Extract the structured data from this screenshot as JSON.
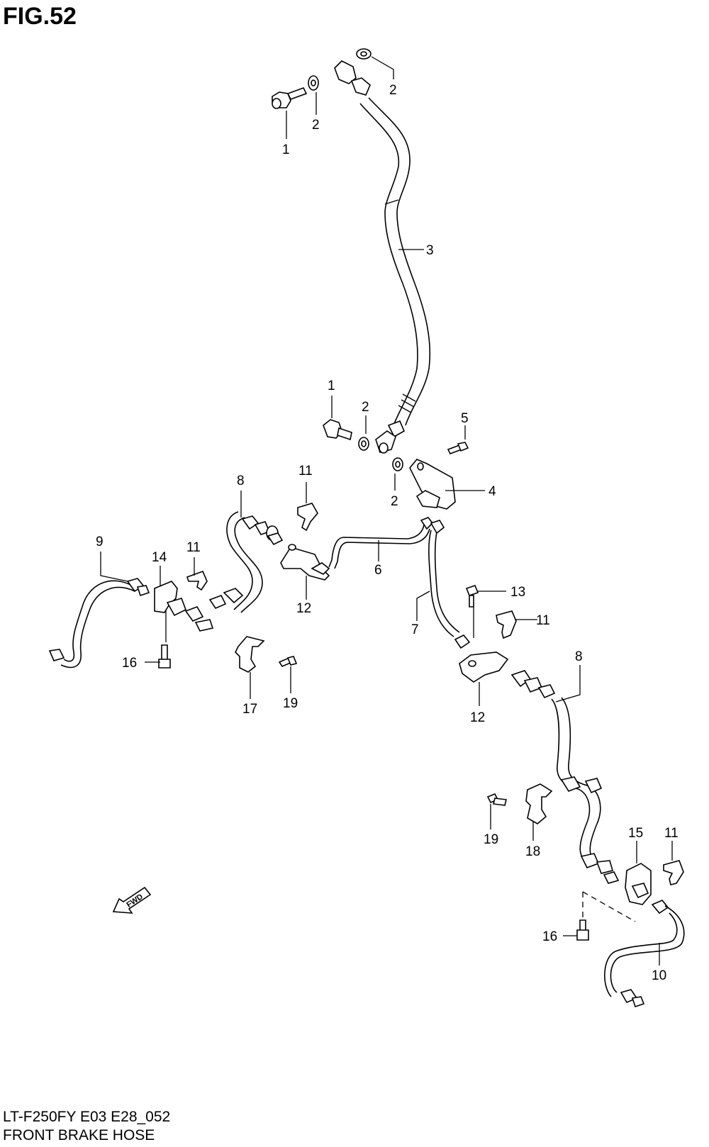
{
  "figure": {
    "title": "FIG.52",
    "model_code": "LT-F250FY E03 E28_052",
    "caption": "FRONT BRAKE  HOSE",
    "fwd_label": "FWD"
  },
  "callouts": [
    {
      "id": "c1a",
      "text": "1"
    },
    {
      "id": "c2a",
      "text": "2"
    },
    {
      "id": "c2b",
      "text": "2"
    },
    {
      "id": "c3",
      "text": "3"
    },
    {
      "id": "c1b",
      "text": "1"
    },
    {
      "id": "c2c",
      "text": "2"
    },
    {
      "id": "c5",
      "text": "5"
    },
    {
      "id": "c2d",
      "text": "2"
    },
    {
      "id": "c4",
      "text": "4"
    },
    {
      "id": "c11a",
      "text": "11"
    },
    {
      "id": "c8a",
      "text": "8"
    },
    {
      "id": "c9",
      "text": "9"
    },
    {
      "id": "c14",
      "text": "14"
    },
    {
      "id": "c11b",
      "text": "11"
    },
    {
      "id": "c6",
      "text": "6"
    },
    {
      "id": "c12a",
      "text": "12"
    },
    {
      "id": "c16a",
      "text": "16"
    },
    {
      "id": "c17",
      "text": "17"
    },
    {
      "id": "c19a",
      "text": "19"
    },
    {
      "id": "c13",
      "text": "13"
    },
    {
      "id": "c11c",
      "text": "11"
    },
    {
      "id": "c7",
      "text": "7"
    },
    {
      "id": "c8b",
      "text": "8"
    },
    {
      "id": "c12b",
      "text": "12"
    },
    {
      "id": "c19b",
      "text": "19"
    },
    {
      "id": "c18",
      "text": "18"
    },
    {
      "id": "c15",
      "text": "15"
    },
    {
      "id": "c11d",
      "text": "11"
    },
    {
      "id": "c16b",
      "text": "16"
    },
    {
      "id": "c10",
      "text": "10"
    }
  ]
}
